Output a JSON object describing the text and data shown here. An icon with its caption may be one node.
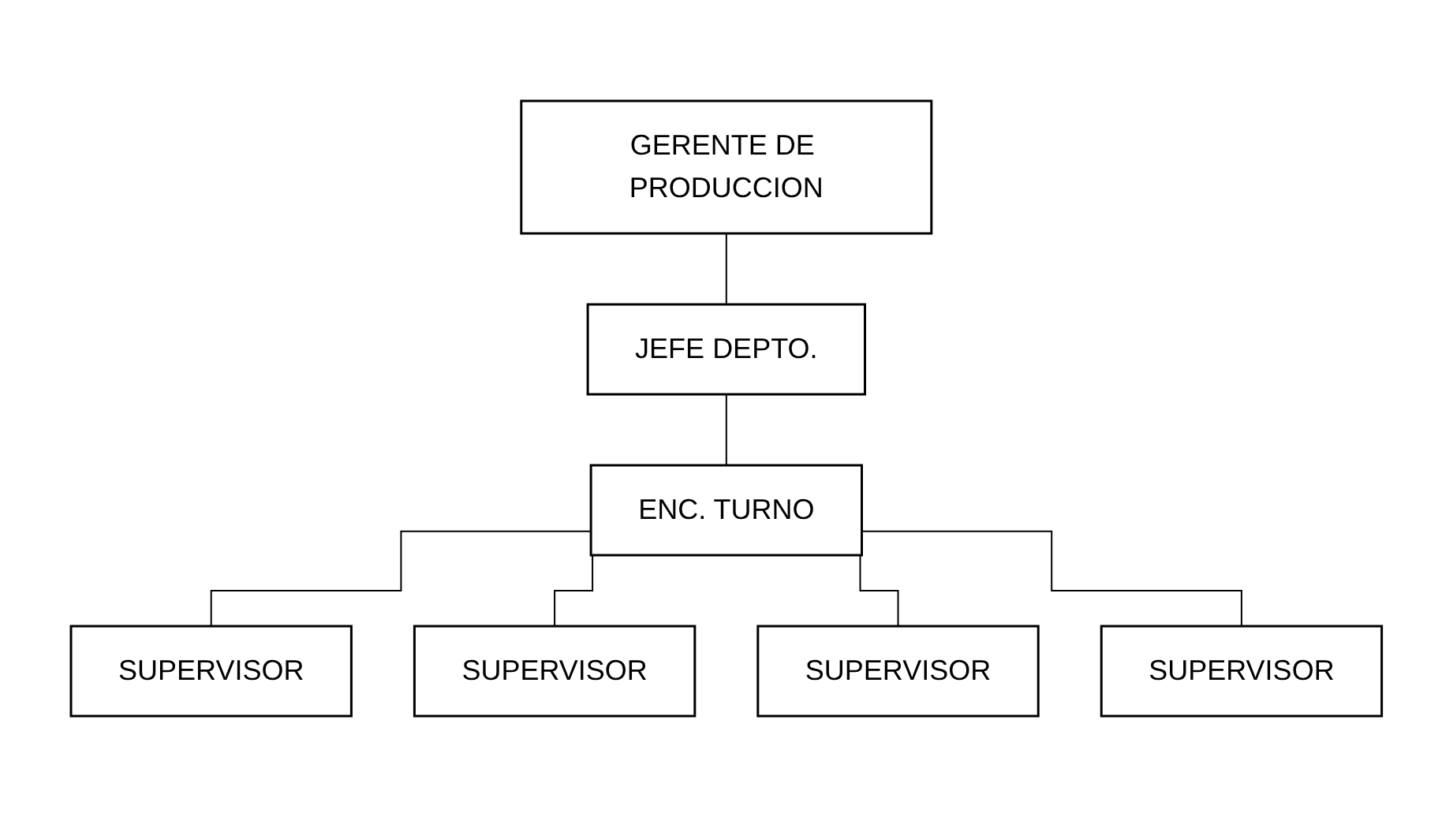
{
  "diagram": {
    "nodes": [
      {
        "text": [
          "GERENTE DE PRODUCCION"
        ]
      },
      {
        "text": [
          "JEFE DEPTO."
        ]
      },
      {
        "text": [
          "ENC. TURNO"
        ]
      },
      {
        "text": [
          "SUPERVISOR"
        ]
      },
      {
        "text": [
          "SUPERVISOR"
        ]
      },
      {
        "text": [
          "SUPERVISOR"
        ]
      },
      {
        "text": [
          "SUPERVISOR"
        ]
      }
    ],
    "edges": [
      {
        "from": 0,
        "to": 1,
        "arrow": "none"
      },
      {
        "from": 1,
        "to": 2,
        "arrow": "none"
      },
      {
        "from": 2,
        "to": 3,
        "arrow": "none"
      },
      {
        "from": 2,
        "to": 4,
        "arrow": "none"
      },
      {
        "from": 2,
        "to": 5,
        "arrow": "none"
      },
      {
        "from": 2,
        "to": 6,
        "arrow": "none"
      }
    ]
  }
}
